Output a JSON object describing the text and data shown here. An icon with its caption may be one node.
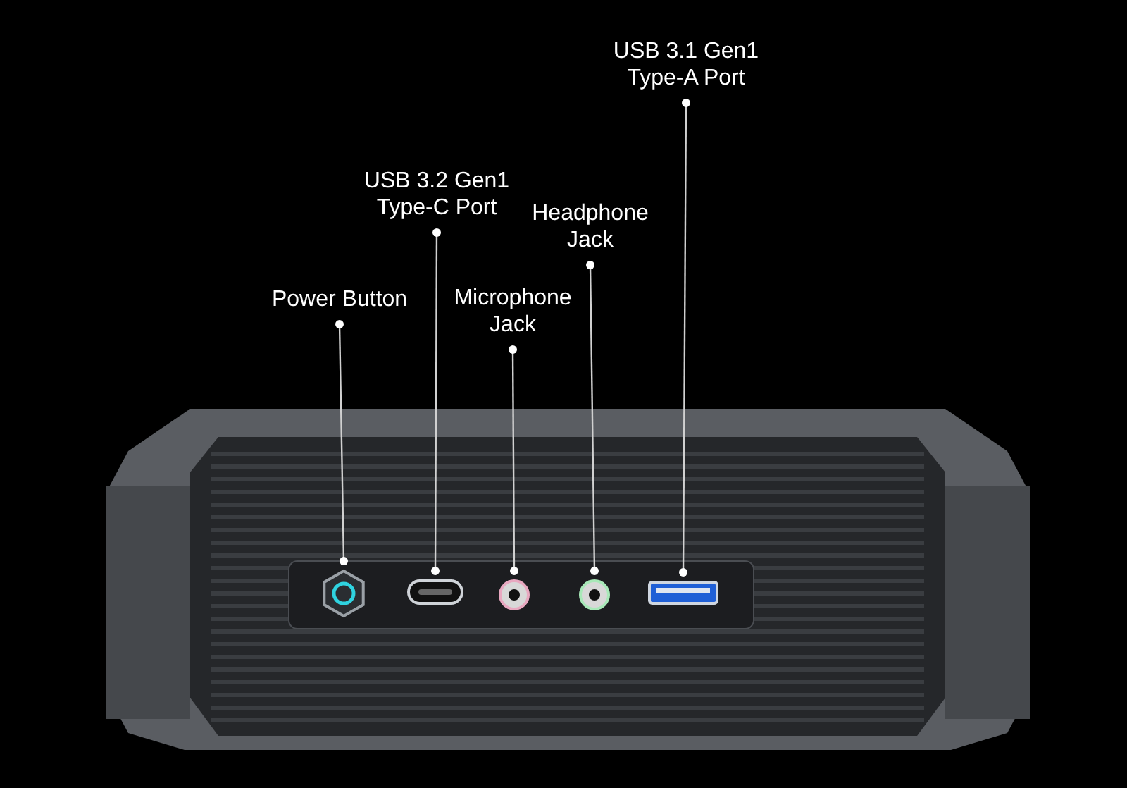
{
  "diagram": {
    "nodes": [
      {
        "text": [
          "Power Button"
        ]
      },
      {
        "text": [
          "USB 3.2 Gen1 Type-C Port"
        ]
      },
      {
        "text": [
          "Microphone Jack"
        ]
      },
      {
        "text": [
          "Headphone Jack"
        ]
      },
      {
        "text": [
          "USB 3.1 Gen1 Type-A Port"
        ]
      },
      {
        "text": [],
        "shape": "picture"
      },
      {
        "text": [],
        "shape": "circle",
        "in": 5
      },
      {
        "text": [],
        "shape": "box",
        "in": 5
      },
      {
        "text": [],
        "shape": "circle",
        "in": 5
      },
      {
        "text": [],
        "shape": "circle",
        "in": 5
      },
      {
        "text": [],
        "shape": "box",
        "in": 5
      }
    ],
    "edges": [
      {
        "from": 0,
        "to": 6,
        "arrow": "other"
      },
      {
        "from": 1,
        "to": 7,
        "arrow": "other"
      },
      {
        "from": 2,
        "to": 8,
        "arrow": "other"
      },
      {
        "from": 3,
        "to": 9,
        "arrow": "other"
      },
      {
        "from": 4,
        "to": 10,
        "arrow": "other"
      }
    ]
  }
}
